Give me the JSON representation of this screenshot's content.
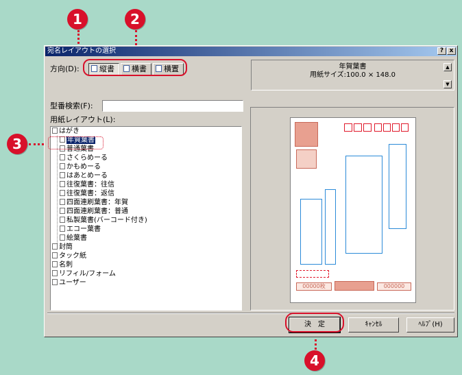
{
  "callouts": [
    "1",
    "2",
    "3",
    "4"
  ],
  "window": {
    "title": "宛名レイアウトの選択",
    "help_btn": "?",
    "close_btn": "x"
  },
  "direction": {
    "label": "方向(D):",
    "options": [
      "縦書",
      "横書",
      "横置"
    ]
  },
  "info": {
    "line1": "年賀葉書",
    "line2": "用紙サイズ:100.0 × 148.0"
  },
  "search": {
    "label": "型番検索(F):",
    "value": ""
  },
  "tree": {
    "label": "用紙レイアウト(L):",
    "items": [
      {
        "label": "はがき",
        "level": 0
      },
      {
        "label": "年賀葉書",
        "level": 1,
        "selected": true
      },
      {
        "label": "普通葉書",
        "level": 1
      },
      {
        "label": "さくらめーる",
        "level": 1
      },
      {
        "label": "かもめーる",
        "level": 1
      },
      {
        "label": "はあとめーる",
        "level": 1
      },
      {
        "label": "往復葉書：往信",
        "level": 1
      },
      {
        "label": "往復葉書：返信",
        "level": 1
      },
      {
        "label": "四面連刷葉書：年賀",
        "level": 1
      },
      {
        "label": "四面連刷葉書：普通",
        "level": 1
      },
      {
        "label": "私製葉書(バーコード付き)",
        "level": 1
      },
      {
        "label": "エコー葉書",
        "level": 1
      },
      {
        "label": "絵葉書",
        "level": 1
      },
      {
        "label": "封筒",
        "level": 0
      },
      {
        "label": "タック紙",
        "level": 0
      },
      {
        "label": "名刺",
        "level": 0
      },
      {
        "label": "リフィル/フォーム",
        "level": 0
      },
      {
        "label": "ユーザー",
        "level": 0
      }
    ]
  },
  "preview": {
    "stamp_left": "00000枚",
    "stamp_right": "000000"
  },
  "buttons": {
    "ok": "決　定",
    "cancel": "ｷｬﾝｾﾙ",
    "help": "ﾍﾙﾌﾟ(H)"
  },
  "colors": {
    "callout": "#d8102a",
    "titlebar": "#0a246a",
    "zip_box": "#e0182a",
    "address_box": "#2a8ad8",
    "background": "#a9d9c8"
  }
}
